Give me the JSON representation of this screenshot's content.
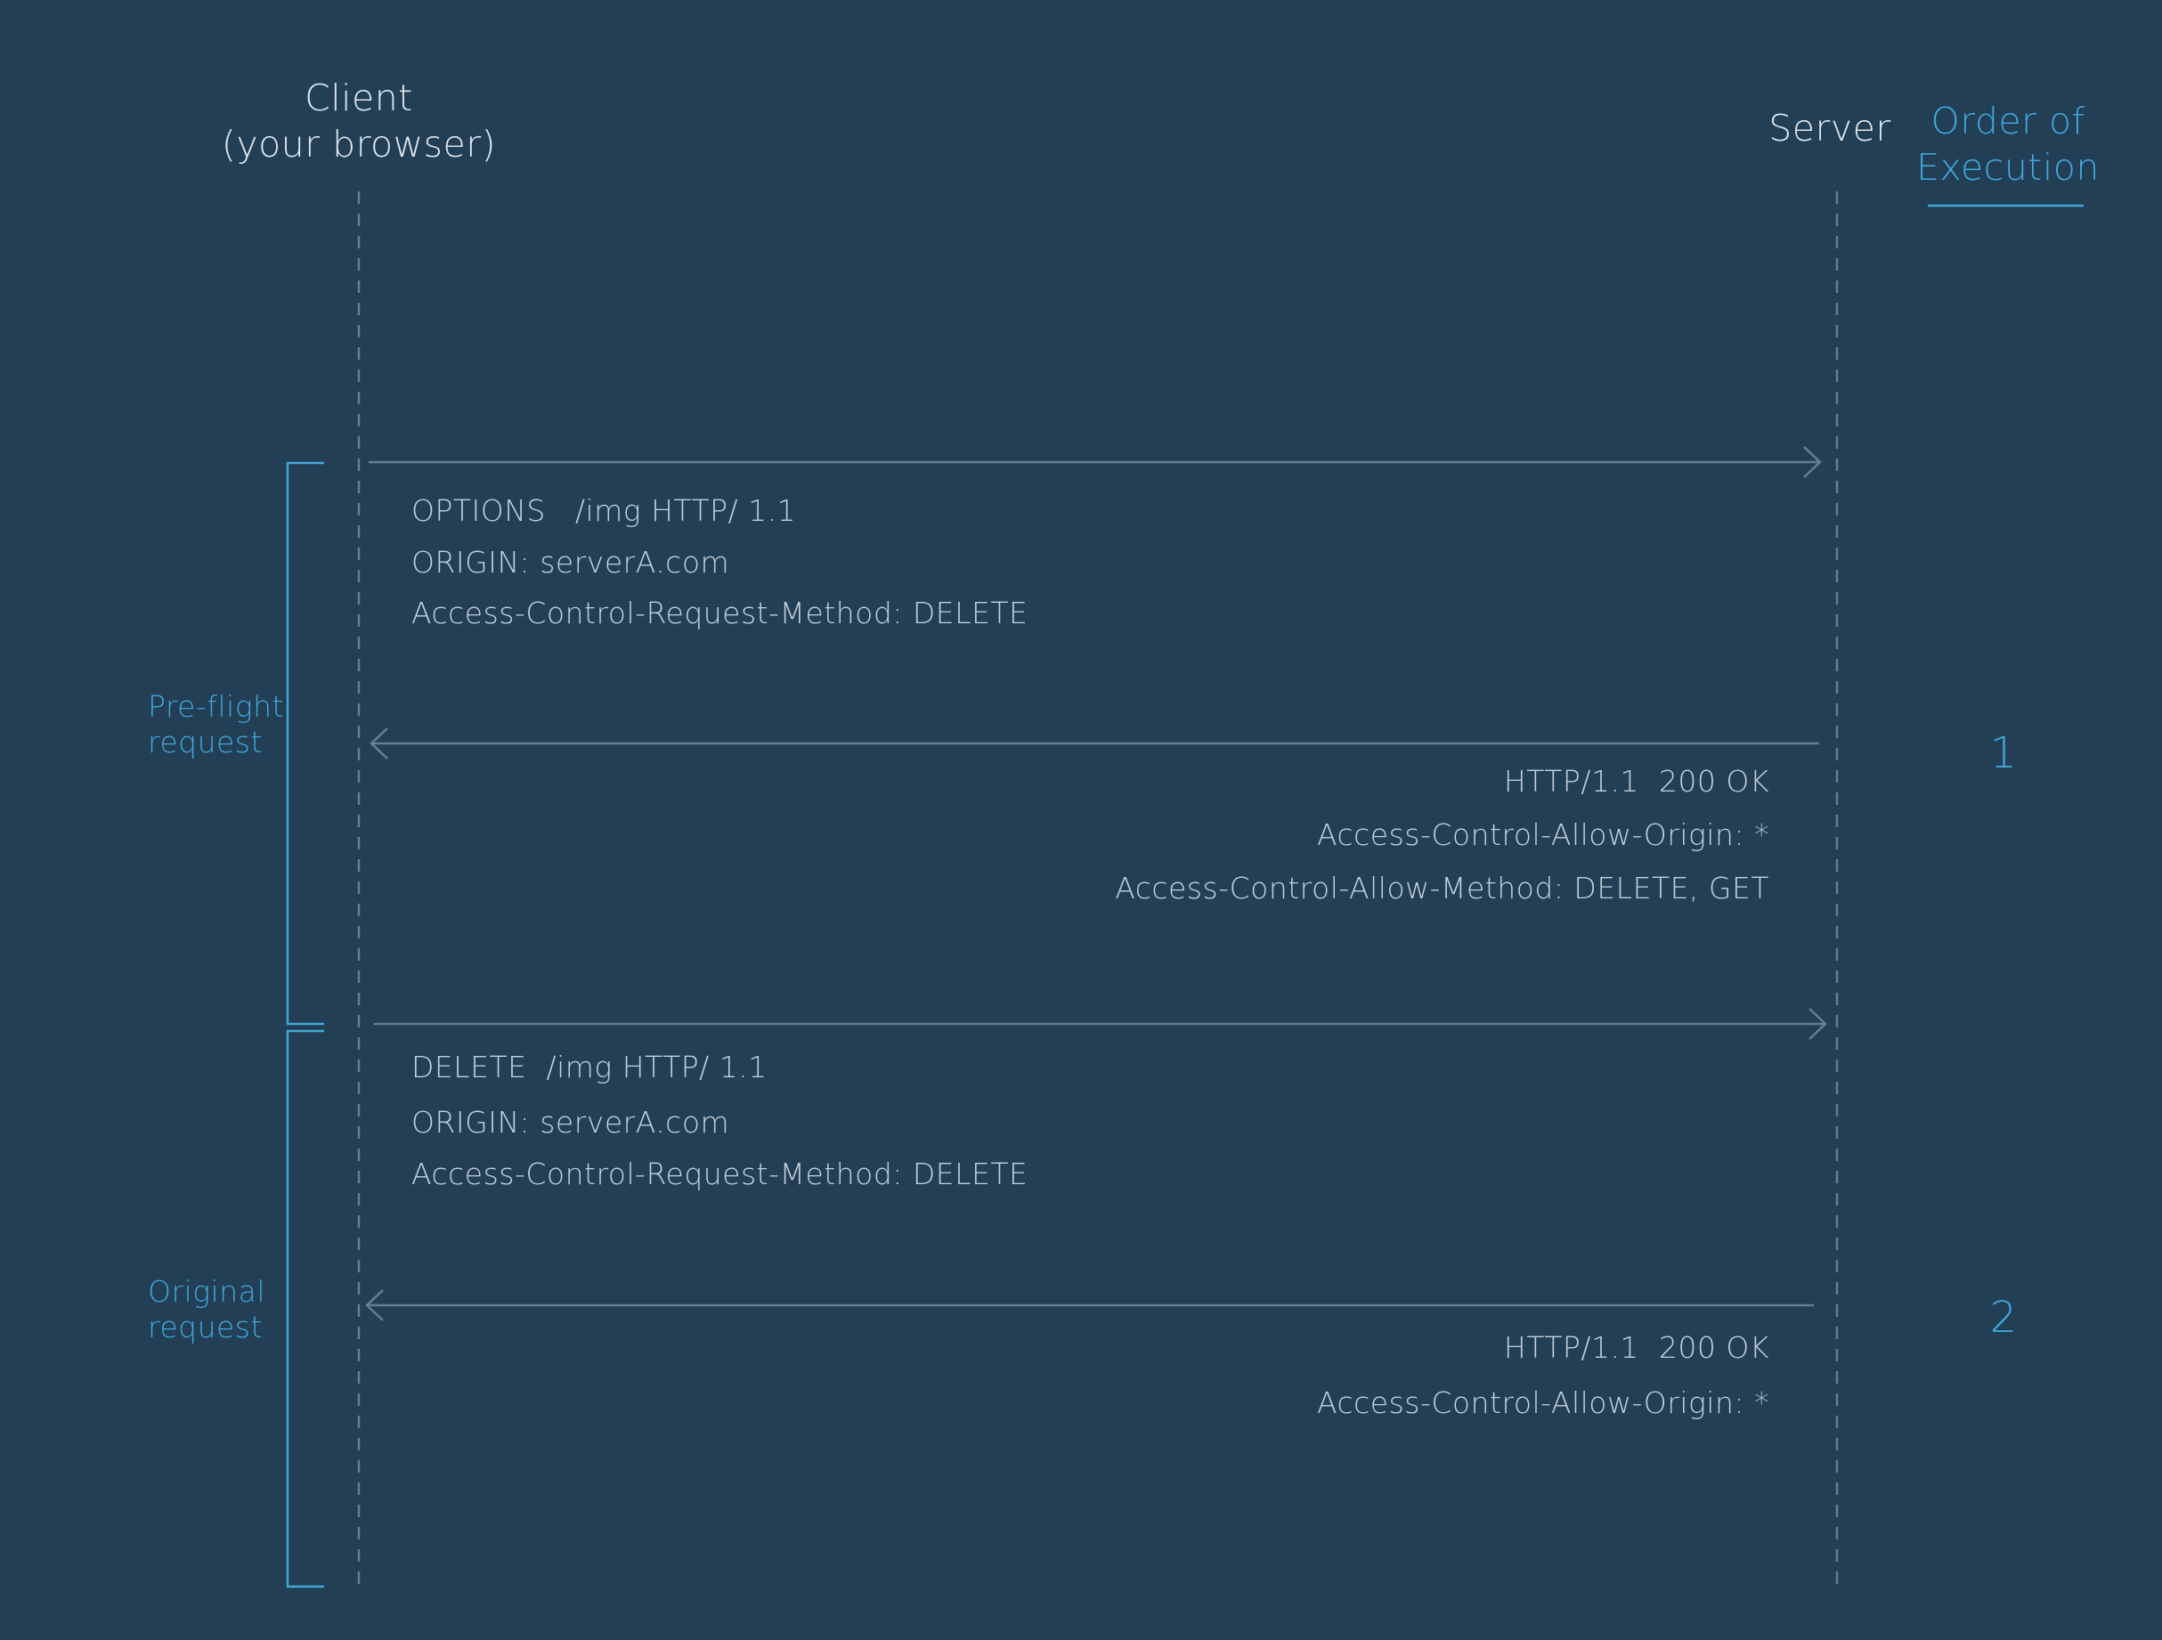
{
  "colors": {
    "background": "#223f56",
    "text": "#c4d0da",
    "accent": "#42a6d8",
    "line": "#647f93"
  },
  "participants": {
    "client": {
      "line1": "Client",
      "line2": "(your browser)"
    },
    "server": {
      "label": "Server"
    }
  },
  "order_header": {
    "line1": "Order of",
    "line2": "Execution"
  },
  "phases": [
    {
      "label_line1": "Pre-flight",
      "label_line2": "request",
      "order": "1",
      "request": {
        "direction": "client-to-server",
        "lines": [
          "OPTIONS   /img HTTP/ 1.1",
          "ORIGIN: serverA.com",
          "Access-Control-Request-Method: DELETE"
        ]
      },
      "response": {
        "direction": "server-to-client",
        "lines": [
          "HTTP/1.1  200 OK",
          "Access-Control-Allow-Origin: *",
          "Access-Control-Allow-Method: DELETE, GET"
        ]
      }
    },
    {
      "label_line1": "Original",
      "label_line2": "request",
      "order": "2",
      "request": {
        "direction": "client-to-server",
        "lines": [
          "DELETE  /img HTTP/ 1.1",
          "ORIGIN: serverA.com",
          "Access-Control-Request-Method: DELETE"
        ]
      },
      "response": {
        "direction": "server-to-client",
        "lines": [
          "HTTP/1.1  200 OK",
          "Access-Control-Allow-Origin: *"
        ]
      }
    }
  ]
}
